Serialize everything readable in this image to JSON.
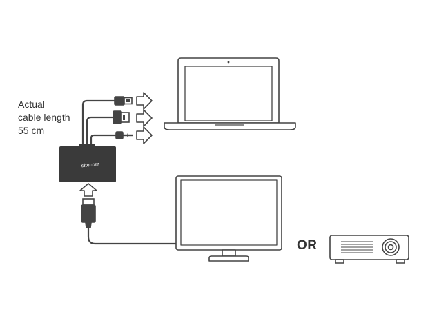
{
  "caption": {
    "lines": [
      "Actual",
      "cable length",
      "55 cm"
    ]
  },
  "hub": {
    "brand": "sitecom"
  },
  "separator": "OR",
  "icons": {
    "usb": "usb-connector-icon",
    "ethernet": "ethernet-connector-icon",
    "audio": "audio-jack-icon",
    "hdmi": "hdmi-connector-icon",
    "arrow": "outline-arrow-icon",
    "laptop": "laptop-icon",
    "monitor": "monitor-icon",
    "projector": "projector-icon"
  },
  "colors": {
    "line": "#444444",
    "hub_fill": "#3a3a3a",
    "text": "#333333"
  }
}
